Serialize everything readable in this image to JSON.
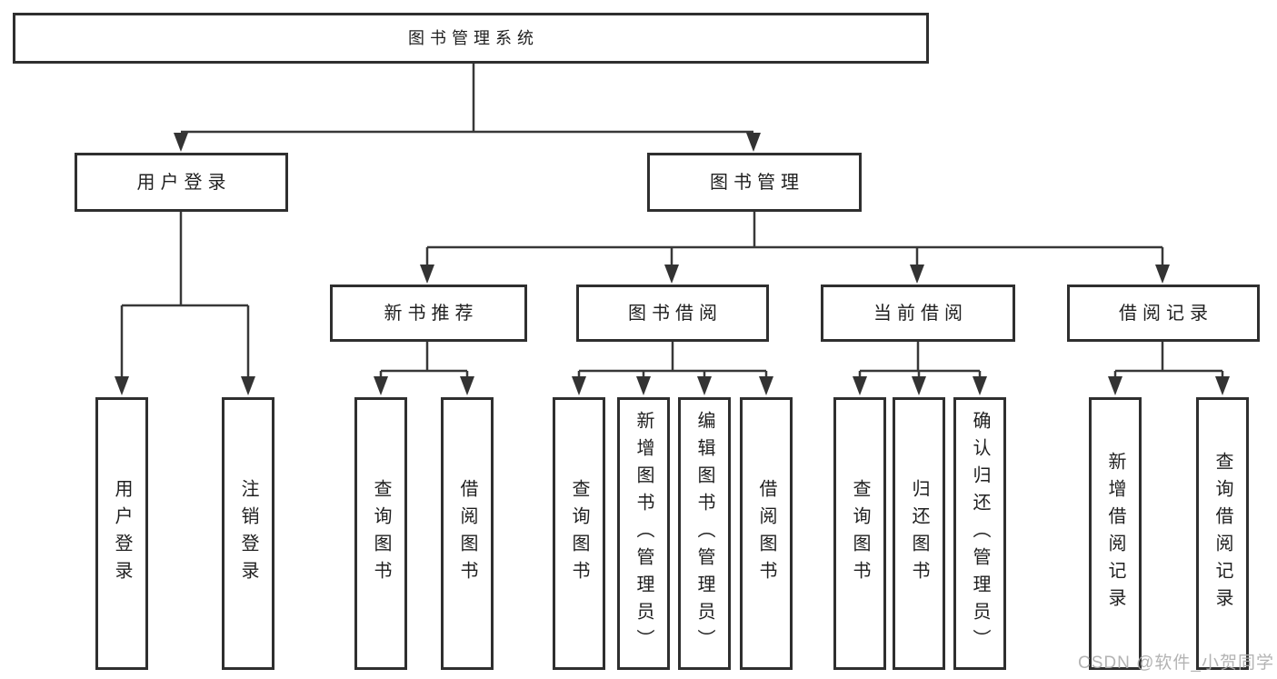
{
  "diagram": {
    "root": {
      "label": "图书管理系统"
    },
    "branches": [
      {
        "label": "用户登录",
        "children": [
          {
            "label": "用户登录"
          },
          {
            "label": "注销登录"
          }
        ]
      },
      {
        "label": "图书管理",
        "groups": [
          {
            "label": "新书推荐",
            "children": [
              {
                "label": "查询图书"
              },
              {
                "label": "借阅图书"
              }
            ]
          },
          {
            "label": "图书借阅",
            "children": [
              {
                "label": "查询图书"
              },
              {
                "label": "新增图书（管理员）"
              },
              {
                "label": "编辑图书（管理员）"
              },
              {
                "label": "借阅图书"
              }
            ]
          },
          {
            "label": "当前借阅",
            "children": [
              {
                "label": "查询图书"
              },
              {
                "label": "归还图书"
              },
              {
                "label": "确认归还（管理员）"
              }
            ]
          },
          {
            "label": "借阅记录",
            "children": [
              {
                "label": "新增借阅记录"
              },
              {
                "label": "查询借阅记录"
              }
            ]
          }
        ]
      }
    ]
  },
  "watermark": {
    "text": "CSDN @软件_小贺同学"
  },
  "colors": {
    "background": "#ffffff",
    "box_border": "#2f2f2f",
    "connector_line": "#383838",
    "arrowhead": "#333333",
    "text": "#1f1f1f",
    "watermark": "#acacac"
  }
}
